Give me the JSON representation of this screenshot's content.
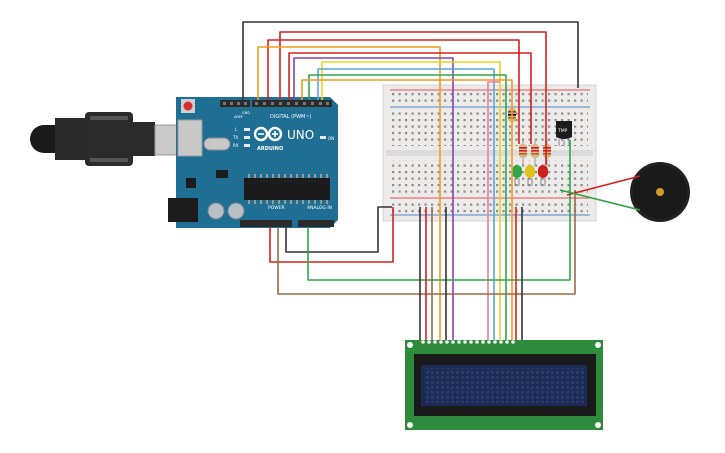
{
  "arduino": {
    "brand": "ARDUINO",
    "model": "UNO",
    "digital_label": "DIGITAL (PWM~)",
    "power_label": "POWER",
    "analog_label": "ANALOG IN",
    "on_label": "ON",
    "tx_label": "TX",
    "rx_label": "RX",
    "l_label": "L",
    "aref_label": "AREF",
    "gnd_label": "GND"
  },
  "sensor": {
    "label": "TMP"
  },
  "colors": {
    "board": "#1f6e93",
    "breadboard": "#ecebe9",
    "lcd_pcb": "#2e8b3c",
    "lcd_screen": "#1b2a57",
    "buzzer": "#222222",
    "wire_black": "#333333",
    "wire_red": "#d6201f",
    "wire_orange": "#f29a1f",
    "wire_yellow": "#eed21f",
    "wire_green": "#2fa84a",
    "wire_blue": "#5aa7d8",
    "wire_purple": "#8b3fb0",
    "wire_brown": "#9b6b45",
    "wire_pink": "#e57fa9",
    "led_green": "#2fa84a",
    "led_yellow": "#e0c21a",
    "led_red": "#cc1f1f"
  }
}
